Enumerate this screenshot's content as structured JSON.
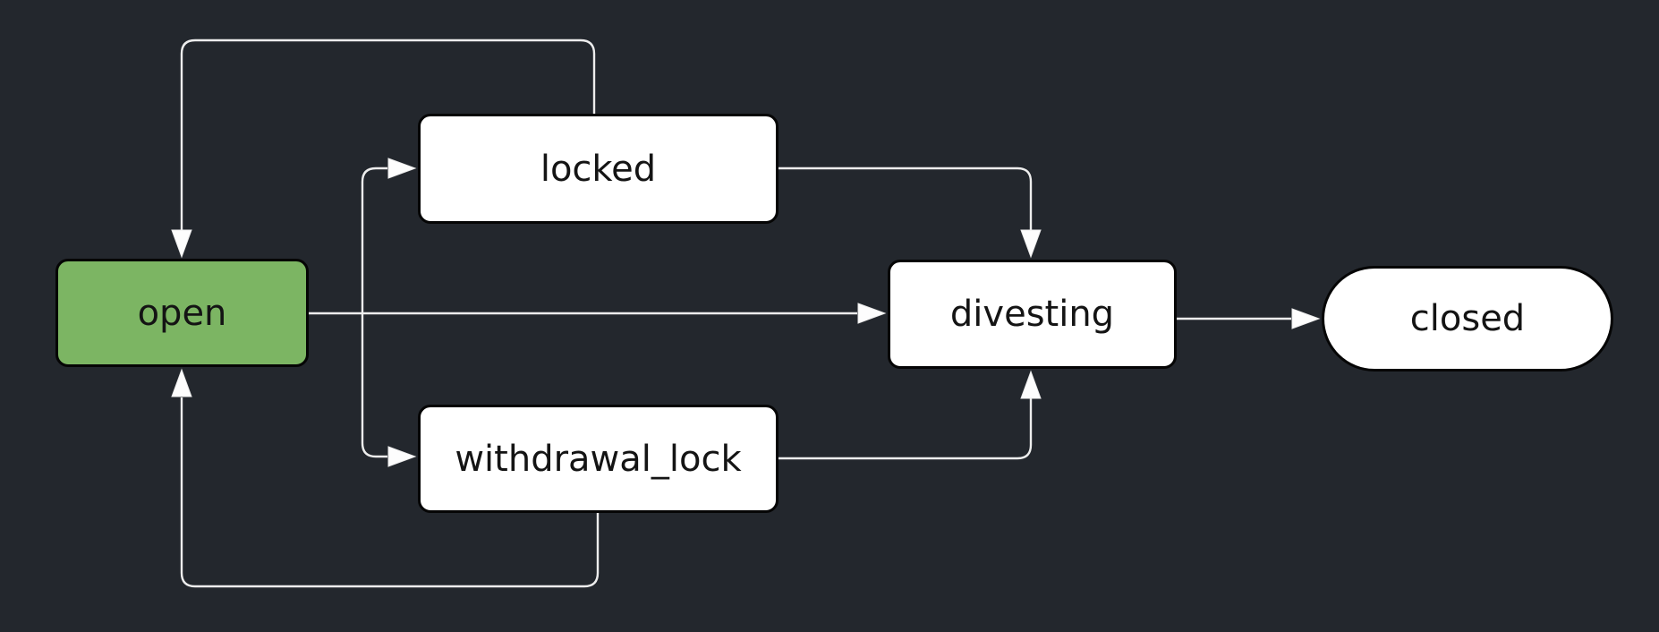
{
  "diagram": {
    "type": "state-diagram",
    "background_color": "#23272d",
    "edge_color": "#ededed",
    "nodes": [
      {
        "id": "open",
        "label": "open",
        "shape": "rounded-rectangle",
        "fill": "#7cb563",
        "border_color": "#050505",
        "text_color": "#141414"
      },
      {
        "id": "locked",
        "label": "locked",
        "shape": "rounded-rectangle",
        "fill": "#ffffff",
        "border_color": "#050505",
        "text_color": "#141414"
      },
      {
        "id": "withdrawal_lock",
        "label": "withdrawal_lock",
        "shape": "rounded-rectangle",
        "fill": "#ffffff",
        "border_color": "#050505",
        "text_color": "#141414"
      },
      {
        "id": "divesting",
        "label": "divesting",
        "shape": "rounded-rectangle",
        "fill": "#ffffff",
        "border_color": "#050505",
        "text_color": "#141414"
      },
      {
        "id": "closed",
        "label": "closed",
        "shape": "stadium",
        "fill": "#ffffff",
        "border_color": "#050505",
        "text_color": "#141414"
      }
    ],
    "transitions": [
      {
        "from": "locked",
        "to": "open"
      },
      {
        "from": "open",
        "to": "locked"
      },
      {
        "from": "open",
        "to": "divesting"
      },
      {
        "from": "open",
        "to": "withdrawal_lock"
      },
      {
        "from": "locked",
        "to": "divesting"
      },
      {
        "from": "withdrawal_lock",
        "to": "divesting"
      },
      {
        "from": "withdrawal_lock",
        "to": "open"
      },
      {
        "from": "divesting",
        "to": "closed"
      }
    ]
  }
}
